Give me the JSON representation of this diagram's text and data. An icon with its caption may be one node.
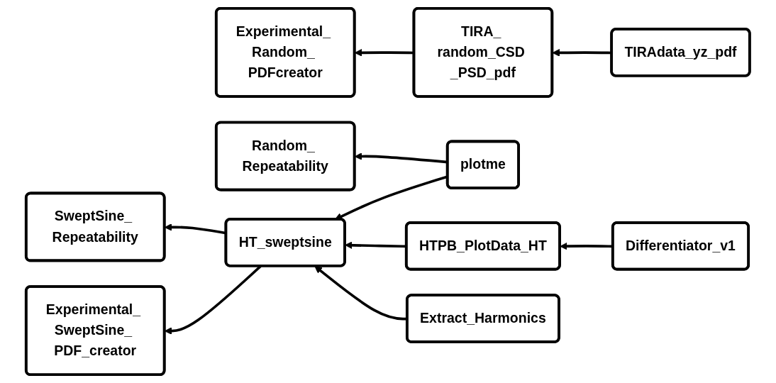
{
  "diagram": {
    "nodes": [
      {
        "text": [
          "Experimental_ Random_ PDFcreator"
        ]
      },
      {
        "text": [
          "TIRA_ random_CSD _PSD_pdf"
        ]
      },
      {
        "text": [
          "TIRAdata_yz_pdf"
        ]
      },
      {
        "text": [
          "Random_ Repeatability"
        ]
      },
      {
        "text": [
          "plotme"
        ]
      },
      {
        "text": [
          "HTPB_PlotData_HT"
        ]
      },
      {
        "text": [
          "Differentiator_v1"
        ]
      },
      {
        "text": [
          "SweptSine_ Repeatability"
        ]
      },
      {
        "text": [
          "HT_sweptsine"
        ]
      },
      {
        "text": [
          "Extract_Harmonics"
        ]
      },
      {
        "text": [
          "Experimental_ SweptSine_ PDF_creator"
        ]
      }
    ],
    "edges": [
      {
        "from": 1,
        "to": 0,
        "arrow": "to"
      },
      {
        "from": 2,
        "to": 1,
        "arrow": "to"
      },
      {
        "from": 4,
        "to": 3,
        "arrow": "to"
      },
      {
        "from": 4,
        "to": 8,
        "arrow": "to"
      },
      {
        "from": 5,
        "to": 8,
        "arrow": "to"
      },
      {
        "from": 6,
        "to": 5,
        "arrow": "to"
      },
      {
        "from": 8,
        "to": 7,
        "arrow": "to"
      },
      {
        "from": 9,
        "to": 8,
        "arrow": "to"
      },
      {
        "from": 8,
        "to": 10,
        "arrow": "to"
      }
    ]
  }
}
